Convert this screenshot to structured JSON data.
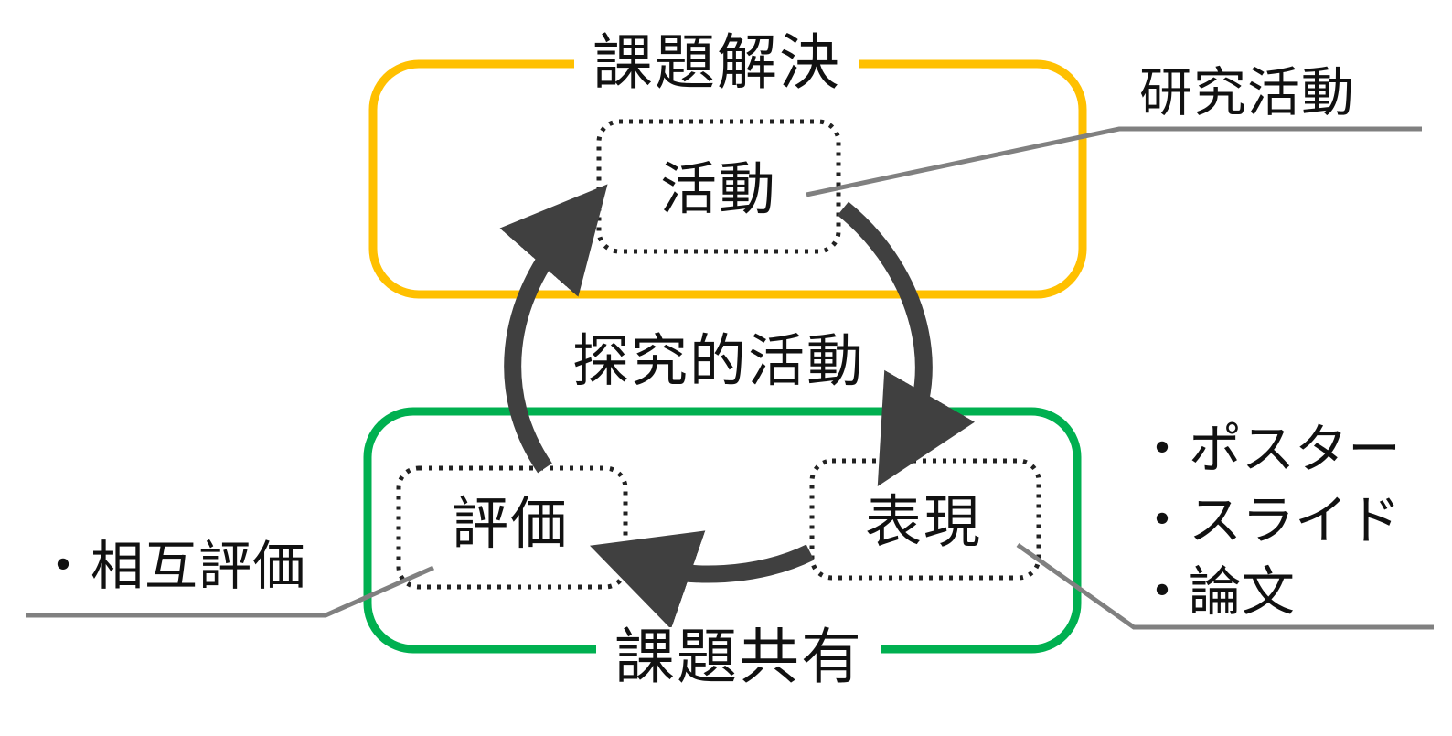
{
  "diagram": {
    "center_label": "探究的活動",
    "top_group": {
      "title": "課題解決",
      "color": "#FFC000"
    },
    "bottom_group": {
      "title": "課題共有",
      "color": "#00B050"
    },
    "nodes": {
      "activity": "活動",
      "expression": "表現",
      "evaluation": "評価"
    },
    "callouts": {
      "research": "研究活動",
      "evaluation_note": "・相互評価",
      "expression_list": [
        "・ポスター",
        "・スライド",
        "・論文"
      ]
    },
    "colors": {
      "arrow": "#404040",
      "leader_line": "#808080",
      "node_border": "#222222"
    }
  }
}
